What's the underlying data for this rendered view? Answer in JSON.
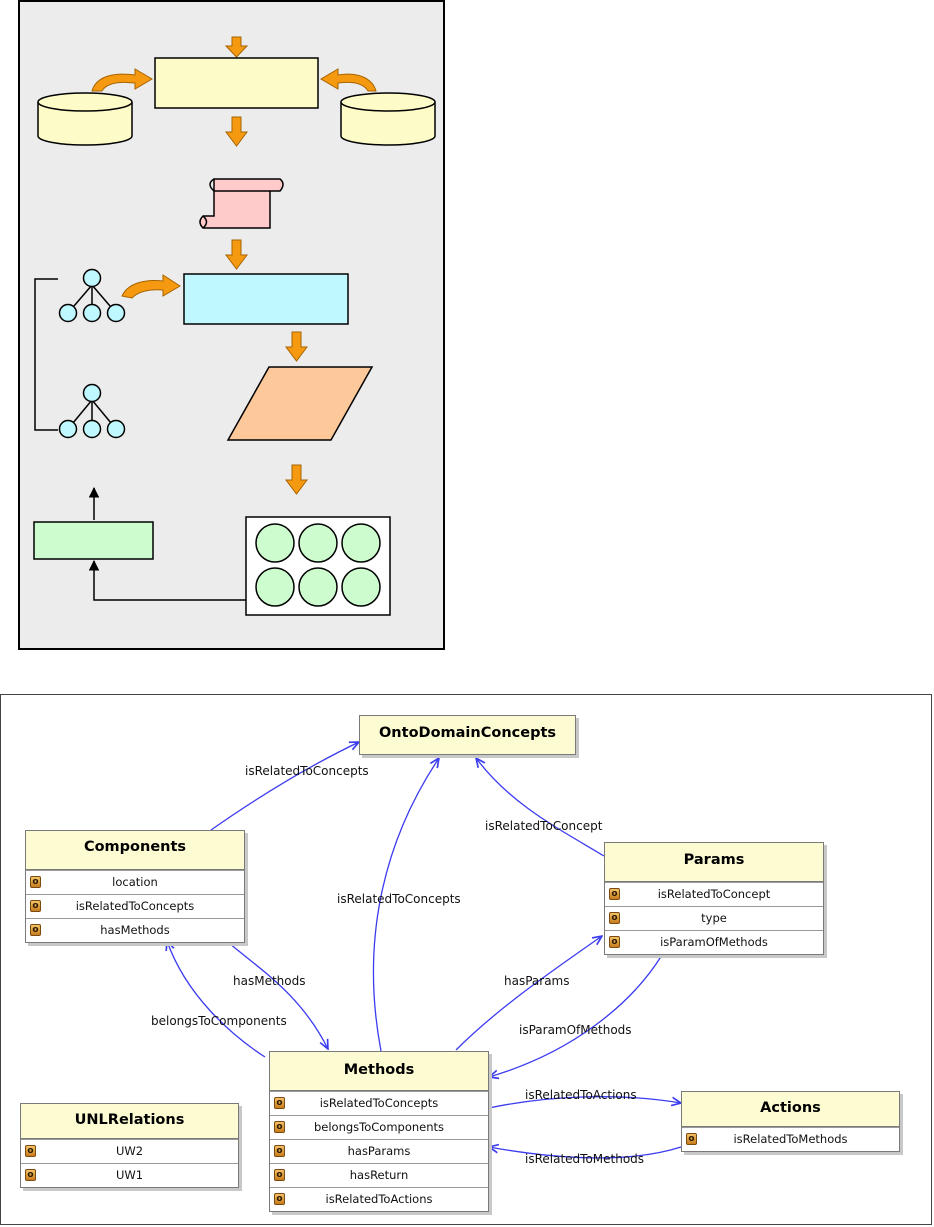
{
  "ontology": {
    "classes": {
      "onto_domain_concepts": {
        "title": "OntoDomainConcepts",
        "properties": []
      },
      "components": {
        "title": "Components",
        "properties": [
          "location",
          "isRelatedToConcepts",
          "hasMethods"
        ]
      },
      "params": {
        "title": "Params",
        "properties": [
          "isRelatedToConcept",
          "type",
          "isParamOfMethods"
        ]
      },
      "methods": {
        "title": "Methods",
        "properties": [
          "isRelatedToConcepts",
          "belongsToComponents",
          "hasParams",
          "hasReturn",
          "isRelatedToActions"
        ]
      },
      "actions": {
        "title": "Actions",
        "properties": [
          "isRelatedToMethods"
        ]
      },
      "unl_relations": {
        "title": "UNLRelations",
        "properties": [
          "UW2",
          "UW1"
        ]
      }
    },
    "edges": {
      "components_to_concepts": "isRelatedToConcepts",
      "params_to_concepts": "isRelatedToConcept",
      "methods_to_concepts": "isRelatedToConcepts",
      "components_to_methods": "hasMethods",
      "methods_to_components": "belongsToComponents",
      "methods_to_params": "hasParams",
      "params_to_methods": "isParamOfMethods",
      "methods_to_actions": "isRelatedToActions",
      "actions_to_methods": "isRelatedToMethods"
    }
  },
  "colors": {
    "arrow_orange": "#f59a10",
    "db_fill": "#fdfbc7",
    "scroll_fill": "#fecaca",
    "process_fill": "#bff8ff",
    "parallelogram_fill": "#fdc89a",
    "result_fill": "#cdfcce",
    "class_header": "#fdfbd2",
    "edge_blue": "#3b3bf0",
    "panel_bg": "#ececec"
  }
}
